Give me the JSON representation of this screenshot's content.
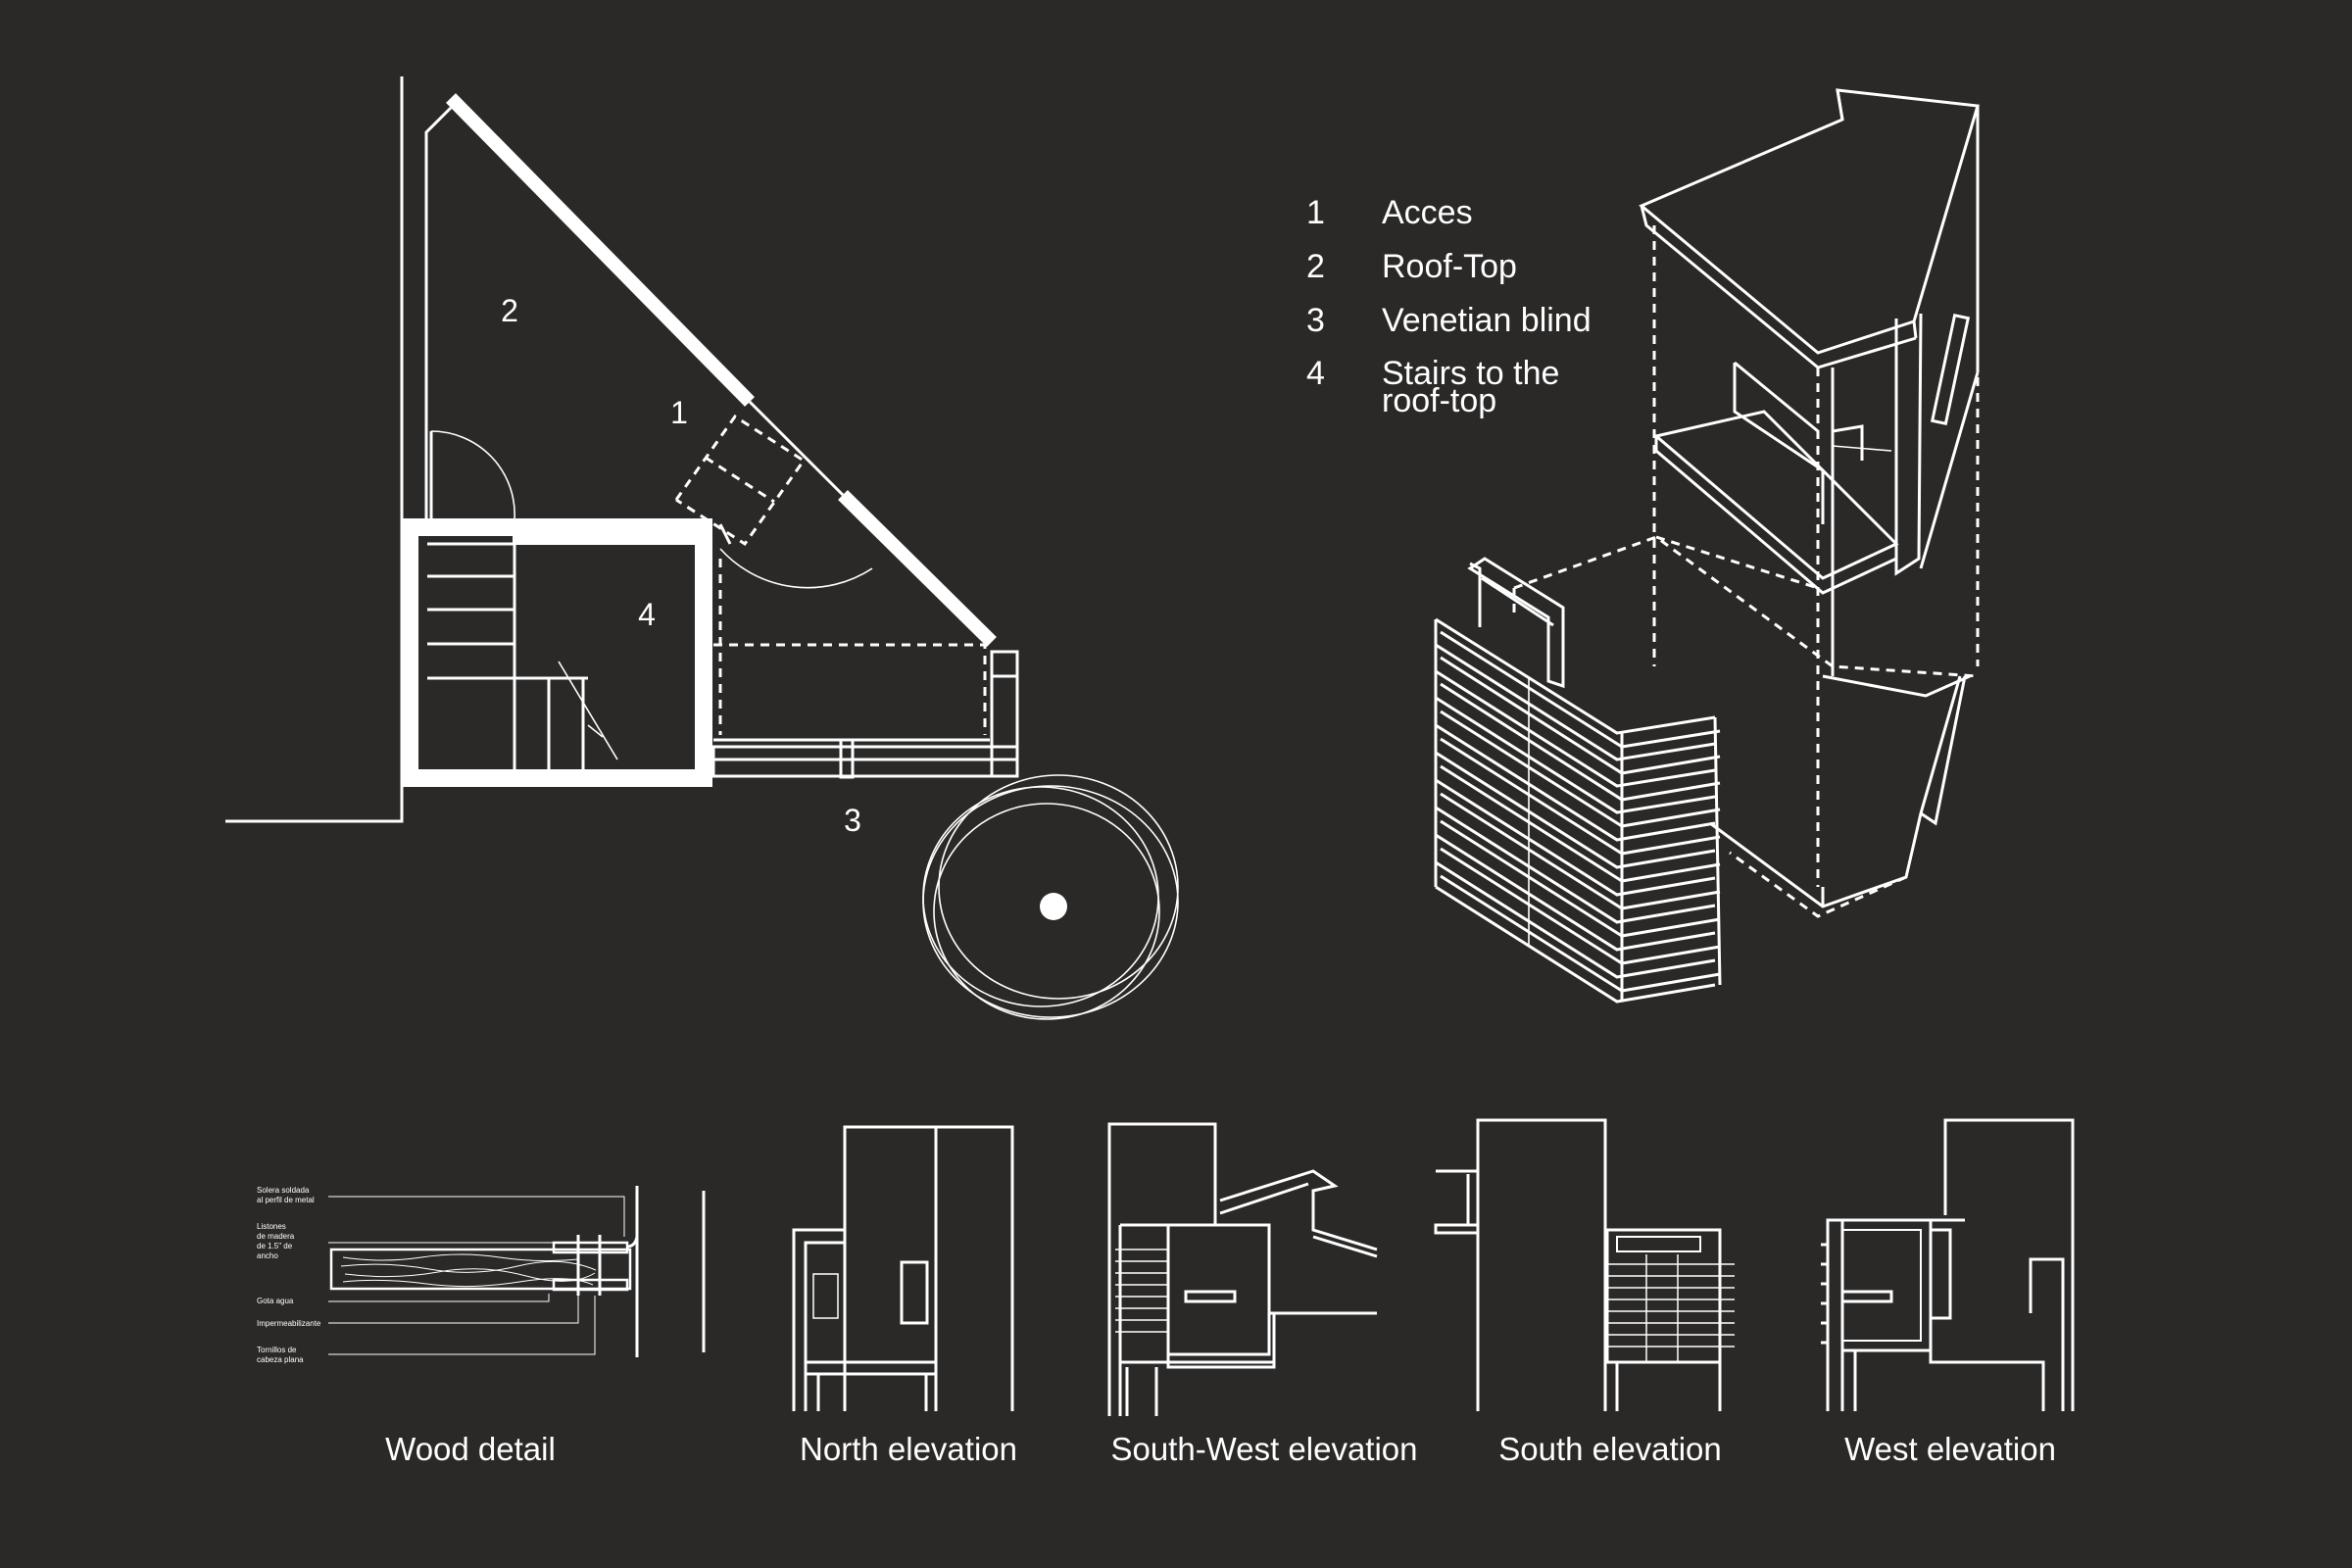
{
  "colors": {
    "background": "#2a2928",
    "line": "#ffffff"
  },
  "plan": {
    "markers": [
      "1",
      "2",
      "3",
      "4"
    ]
  },
  "legend": [
    {
      "number": "1",
      "text": "Acces"
    },
    {
      "number": "2",
      "text": "Roof-Top"
    },
    {
      "number": "3",
      "text": "Venetian blind"
    },
    {
      "number": "4",
      "text": "Stairs to the",
      "text2": "roof-top"
    }
  ],
  "wood_detail_notes": [
    "Solera soldada",
    "al perfil de metal",
    "Listones",
    "de madera",
    "de 1.5\" de",
    "ancho",
    "Gota agua",
    "Impermeabilizante",
    "Tornillos de",
    "cabeza plana"
  ],
  "captions": {
    "wood_detail": "Wood detail",
    "north": "North elevation",
    "south_west": "South-West elevation",
    "south": "South elevation",
    "west": "West elevation"
  }
}
